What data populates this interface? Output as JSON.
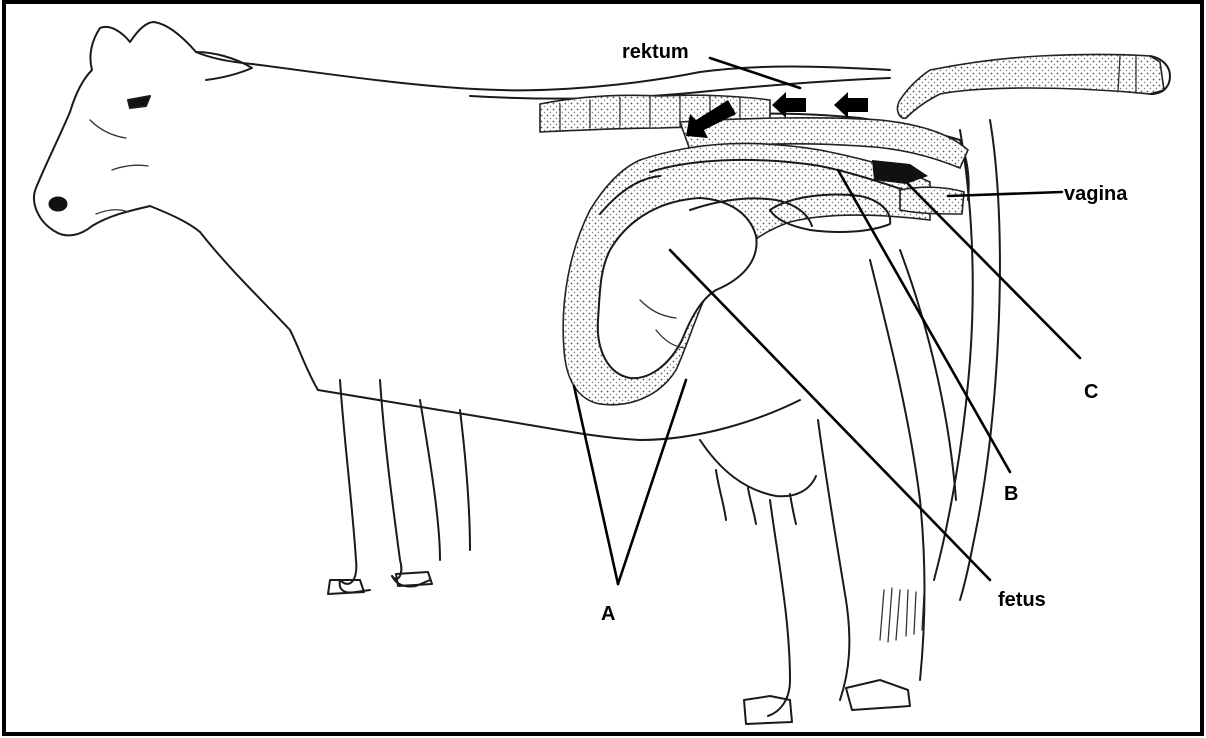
{
  "labels": {
    "rektum": "rektum",
    "vagina": "vagina",
    "fetus": "fetus",
    "a": "A",
    "b": "B",
    "c": "C"
  },
  "arrows": {
    "count": 3,
    "color": "#000000"
  }
}
